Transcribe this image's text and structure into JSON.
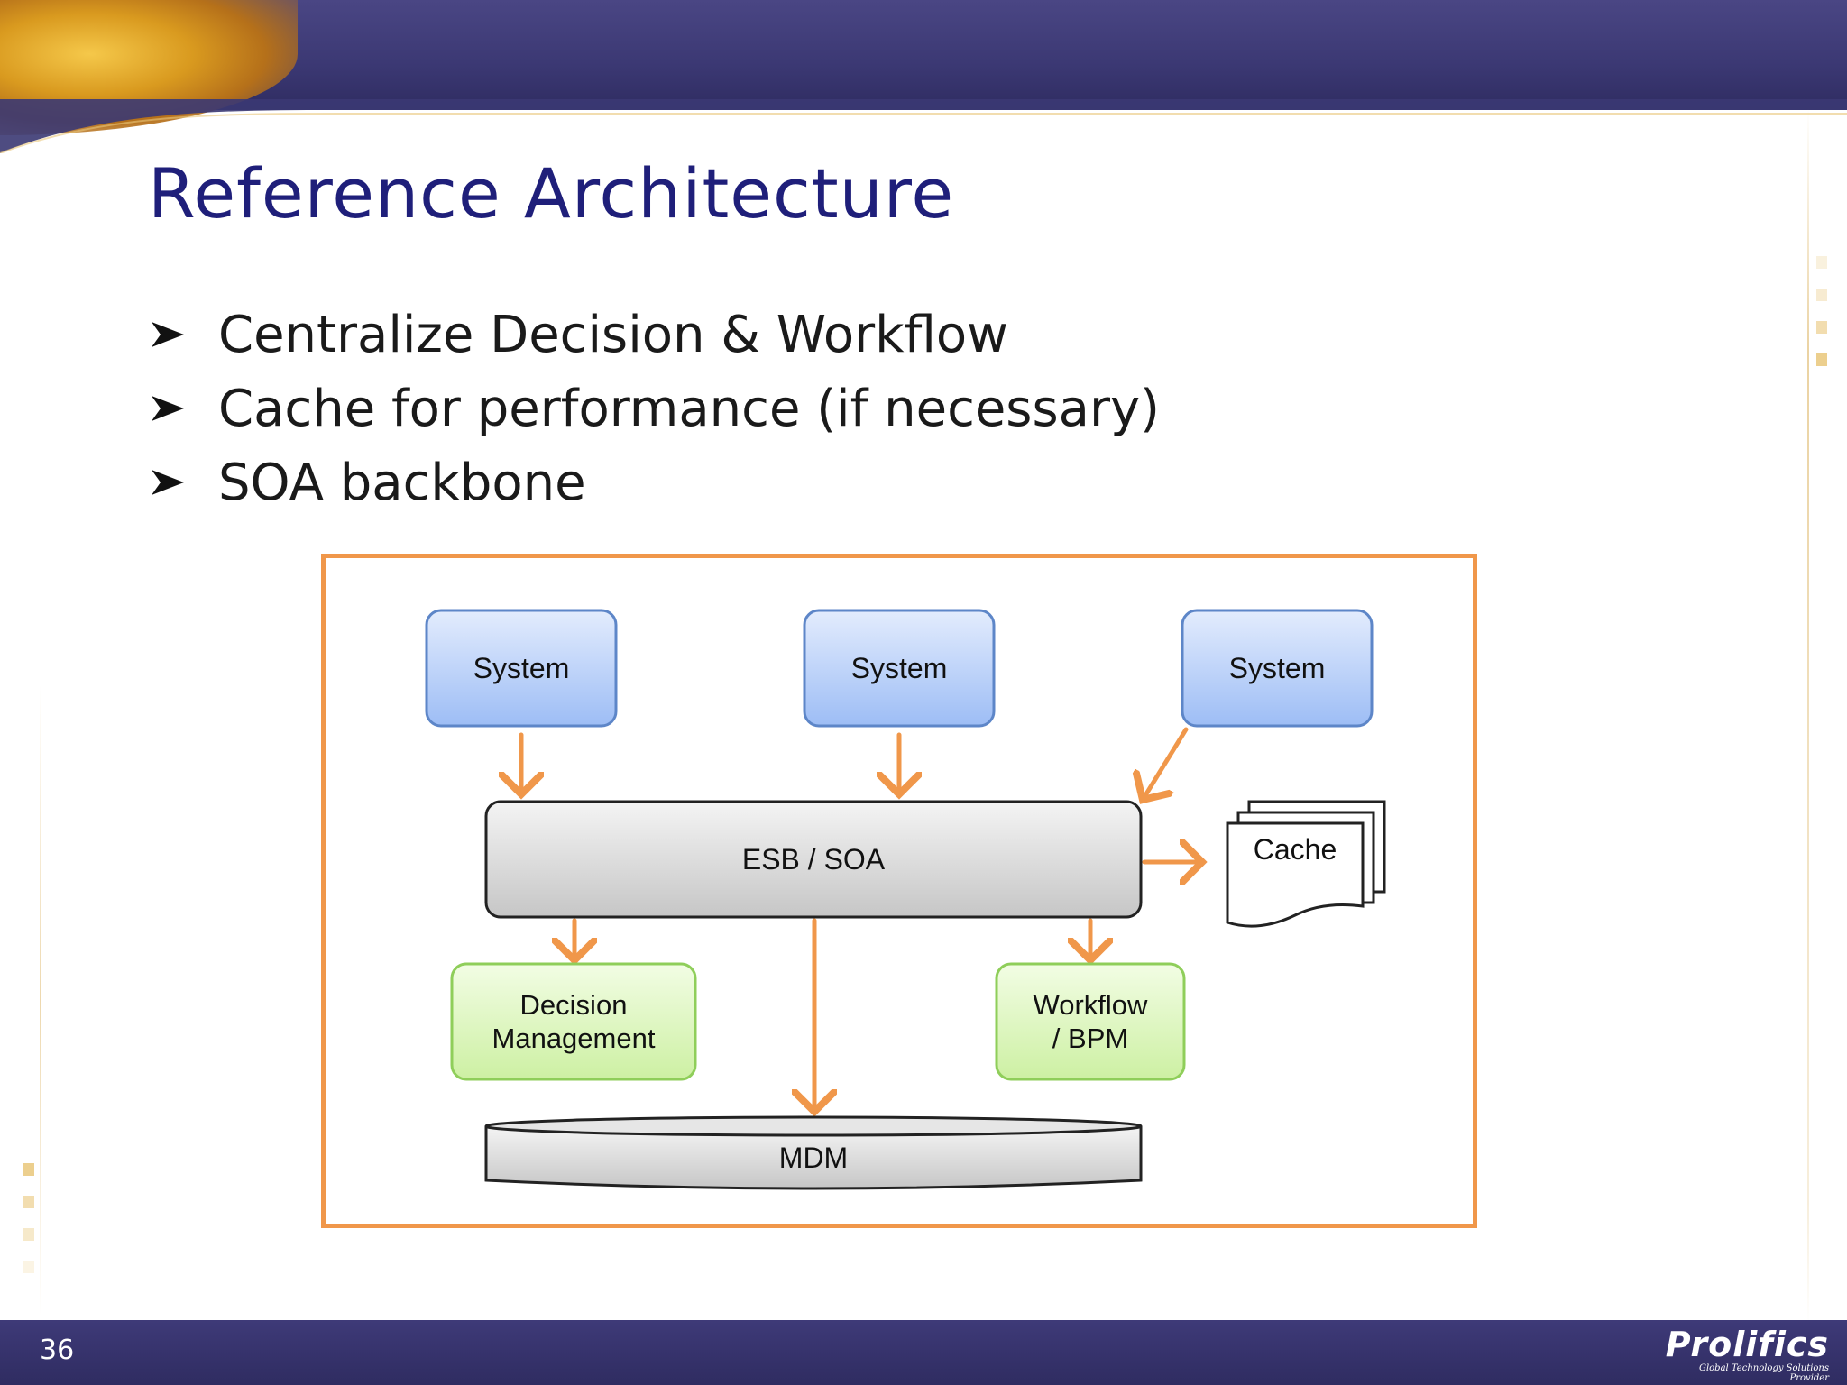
{
  "slide": {
    "title": "Reference Architecture",
    "page_number": "36"
  },
  "bullets": [
    {
      "text": "Centralize Decision & Workflow"
    },
    {
      "text": "Cache for performance (if necessary)"
    },
    {
      "text": "SOA backbone"
    }
  ],
  "diagram": {
    "system_1": "System",
    "system_2": "System",
    "system_3": "System",
    "esb": "ESB / SOA",
    "cache": "Cache",
    "decision_line1": "Decision",
    "decision_line2": "Management",
    "workflow_line1": "Workflow",
    "workflow_line2": "/ BPM",
    "mdm": "MDM"
  },
  "footer": {
    "logo_name": "Prolifics",
    "logo_tagline": "Global Technology Solutions Provider"
  },
  "colors": {
    "header_bar": "#3b3873",
    "title": "#1f1f7a",
    "frame": "#f0974a",
    "arrow": "#f0974a",
    "system_fill": "#a9c6f7",
    "green_fill": "#d9f5b7",
    "gray_fill": "#d4d4d4"
  }
}
